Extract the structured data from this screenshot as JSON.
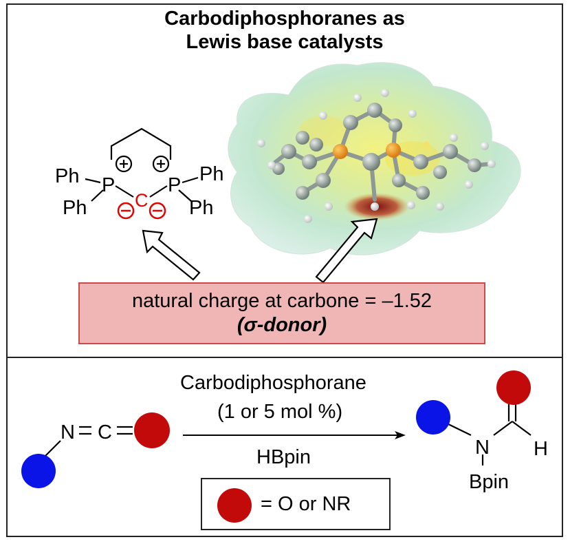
{
  "title": {
    "line1": "Carbodiphosphoranes as",
    "line2": "Lewis base catalysts"
  },
  "structure": {
    "ph_tl": "Ph",
    "ph_bl": "Ph",
    "ph_tr": "Ph",
    "ph_br": "Ph",
    "p_left": "P",
    "p_right": "P",
    "carbon": "C"
  },
  "charge_box": {
    "text": "natural charge at carbone = –1.52",
    "label": "(σ-donor)"
  },
  "reaction": {
    "reagent_top1": "Carbodiphosphorane",
    "reagent_top2": "(1 or 5 mol %)",
    "reagent_bottom": "HBpin",
    "reactant_n": "N",
    "reactant_c": "C",
    "product_n": "N",
    "product_h": "H",
    "product_bpin": "Bpin"
  },
  "legend": {
    "text": "= O or NR"
  },
  "colors": {
    "blue_group": "#0a14e6",
    "red_group": "#c20a0a",
    "carbone_red": "#e60000",
    "box_fill": "#f0b6b6",
    "box_border": "#c94a4a"
  }
}
